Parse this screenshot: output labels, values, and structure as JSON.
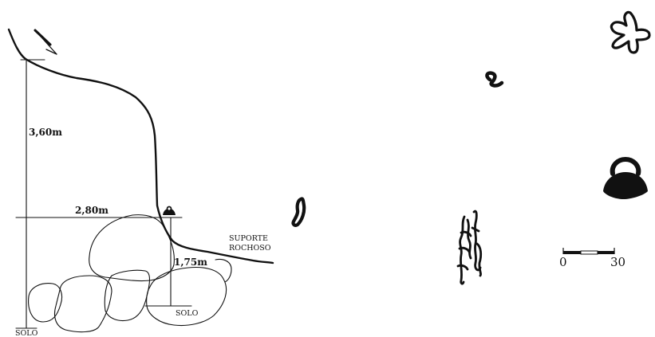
{
  "measurements": {
    "height_total": "3,60m",
    "width": "2,80m",
    "height_petroglyph": "1,75m"
  },
  "labels": {
    "support": "SUPORTE ROCHOSO",
    "support_line1": "SUPORTE",
    "support_line2": "ROCHOSO",
    "ground_left": "SOLO",
    "ground_right": "SOLO"
  },
  "scale_bar": {
    "start": "0",
    "end": "30"
  },
  "motifs": [
    "cross-shaped-glyph",
    "s-curve-glyph",
    "curved-line-glyph",
    "bell-shaped-glyph",
    "vertical-meander-glyph"
  ],
  "colors": {
    "ink": "#111111",
    "background": "#ffffff"
  }
}
